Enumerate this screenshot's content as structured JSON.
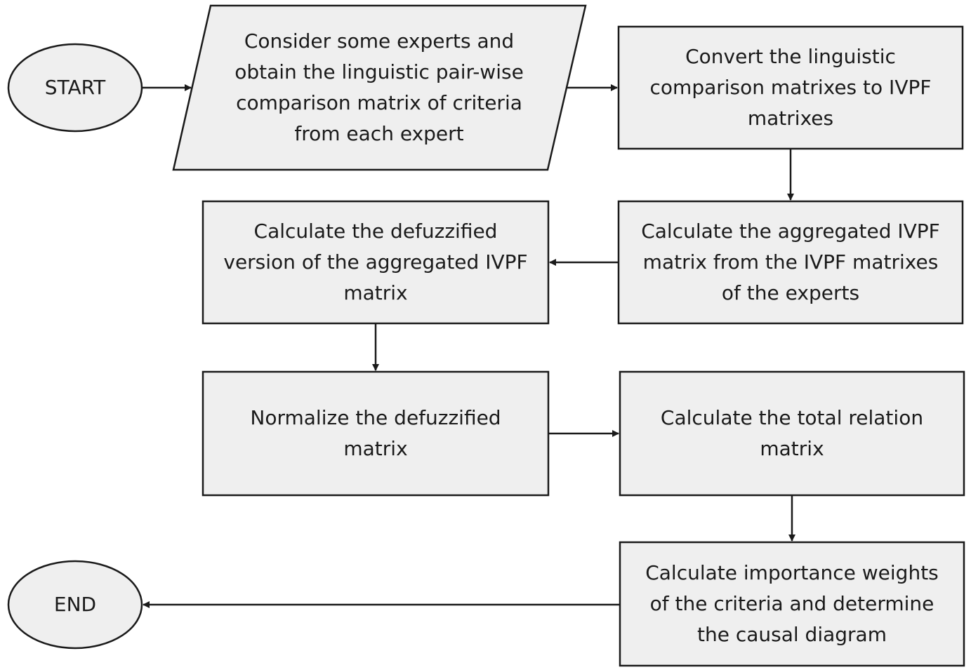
{
  "nodes": {
    "start": "START",
    "experts": "Consider some experts and\nobtain the linguistic pair-wise\ncomparison matrix of criteria\nfrom each expert",
    "convert": "Convert the linguistic\ncomparison matrixes to IVPF\nmatrixes",
    "aggregate": "Calculate the aggregated IVPF\nmatrix from the IVPF matrixes\nof the experts",
    "defuzzify": "Calculate the defuzzified\nversion of the aggregated IVPF\nmatrix",
    "normalize": "Normalize the defuzzified\nmatrix",
    "total": "Calculate the total relation\nmatrix",
    "weights": "Calculate importance weights\nof the criteria and determine\nthe causal diagram",
    "end": "END"
  }
}
